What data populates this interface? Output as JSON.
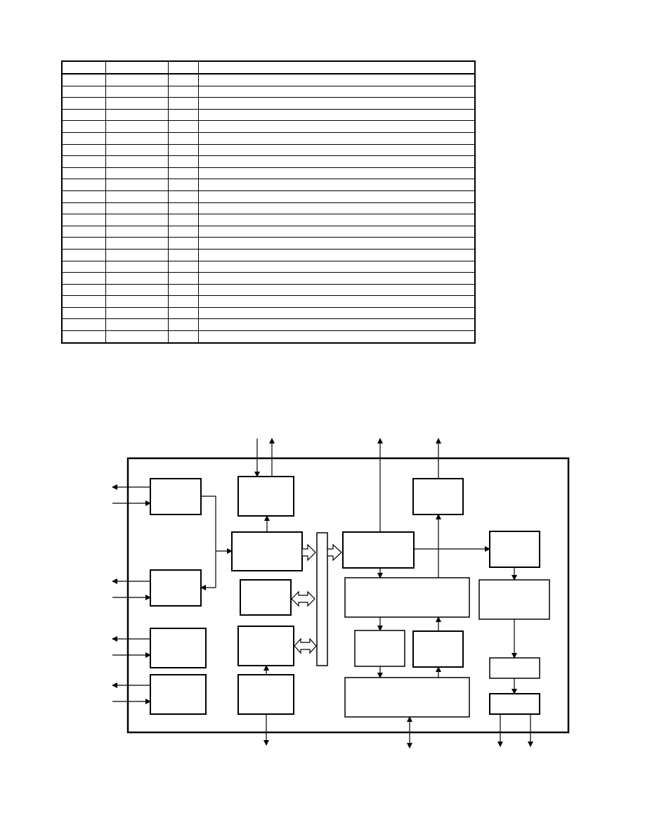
{
  "pin_table": {
    "columns": [
      "",
      "",
      "",
      ""
    ],
    "row_count": 23
  },
  "block_diagram": {
    "line_color": "#000000",
    "background": "#ffffff",
    "blocks": [
      "left-block-1",
      "left-block-2",
      "left-block-3",
      "left-block-4",
      "top-center-block",
      "mux-block",
      "small-block",
      "mid-left-block",
      "bottom-left-block",
      "bus-bar",
      "center-top-block",
      "center-wide-block",
      "small-block-a",
      "small-block-b",
      "bottom-wide-block",
      "top-right-block",
      "right-block-1",
      "right-block-2",
      "right-block-3",
      "right-block-4"
    ]
  }
}
